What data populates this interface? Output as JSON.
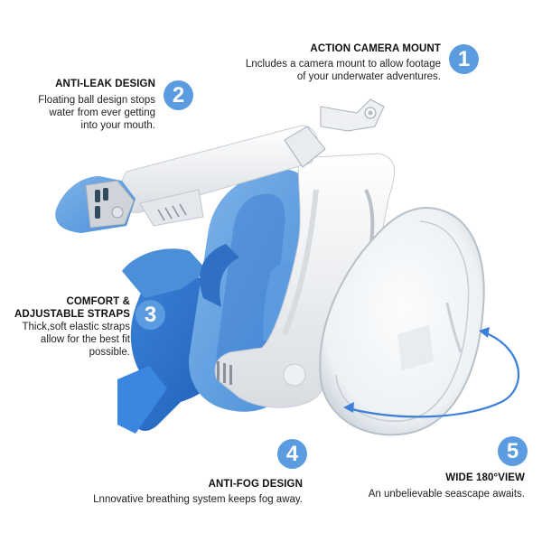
{
  "accent_color": "#5b9be0",
  "features": [
    {
      "number": "1",
      "title": "ACTION CAMERA MOUNT",
      "desc_lines": [
        "Lncludes a camera mount to allow footage",
        "of your underwater adventures."
      ]
    },
    {
      "number": "2",
      "title": "ANTI-LEAK DESIGN",
      "desc_lines": [
        "Floating ball design stops",
        "water from ever getting",
        "into your mouth."
      ]
    },
    {
      "number": "3",
      "title_lines": [
        "COMFORT &",
        "ADJUSTABLE STRAPS"
      ],
      "desc_lines": [
        "Thick,soft elastic straps",
        "allow for the best fit",
        "possible."
      ]
    },
    {
      "number": "4",
      "title": "ANTI-FOG DESIGN",
      "desc_lines": [
        "Lnnovative breathing system keeps fog away."
      ]
    },
    {
      "number": "5",
      "title": "WIDE 180°VIEW",
      "desc_lines": [
        "An unbelievable seascape awaits."
      ]
    }
  ],
  "illustration": {
    "subject": "full-face snorkel mask exploded view",
    "colors": {
      "strap_blue": "#4a8fd8",
      "strap_dark": "#2f6fc4",
      "frame_white": "#f2f4f6",
      "lens_clear": "#e9eef3",
      "arrow_blue": "#3c7fd6"
    }
  }
}
